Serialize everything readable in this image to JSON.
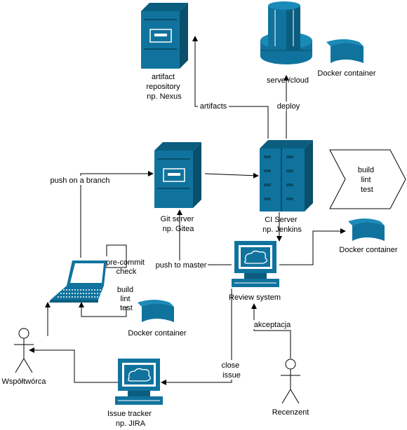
{
  "colors": {
    "primary": "#10739E",
    "line": "#000000",
    "background": "#ffffff"
  },
  "nodes": {
    "artifact_repo": {
      "icon": "server-tower-icon",
      "label": [
        "artifact",
        "repository",
        "np. Nexus"
      ]
    },
    "server_cloud": {
      "icon": "server-cylinder-icon",
      "label": [
        "server/cloud"
      ]
    },
    "docker_top": {
      "icon": "docker-container-icon",
      "label": [
        "Docker container"
      ]
    },
    "git_server": {
      "icon": "server-tower-icon",
      "label": [
        "Git server",
        "np. Gitea"
      ]
    },
    "ci_server": {
      "icon": "server-rack-icon",
      "label": [
        "CI Server",
        "np. Jenkins"
      ]
    },
    "ci_stages": {
      "label": [
        "build",
        "lint",
        "test"
      ]
    },
    "docker_mid": {
      "icon": "docker-container-icon",
      "label": [
        "Docker container"
      ]
    },
    "review_system": {
      "icon": "workstation-icon",
      "label": [
        "Review system"
      ]
    },
    "laptop": {
      "icon": "laptop-icon",
      "label": []
    },
    "docker_bottom": {
      "icon": "docker-container-icon",
      "label": [
        "Docker container"
      ]
    },
    "issue_tracker": {
      "icon": "workstation-icon",
      "label": [
        "Issue tracker",
        "np. JIRA"
      ]
    },
    "contributor": {
      "icon": "actor-icon",
      "label": [
        "Współtwórca"
      ]
    },
    "reviewer": {
      "icon": "actor-icon",
      "label": [
        "Recenzent"
      ]
    }
  },
  "edges": {
    "artifacts": "artifacts",
    "deploy": "deploy",
    "push_branch": "push on a branch",
    "push_master": "push to master",
    "precommit": [
      "pre-commit",
      "check"
    ],
    "local_build": [
      "build",
      "lint",
      "test"
    ],
    "close_issue": [
      "close",
      "issue"
    ],
    "akceptacja": "akceptacja"
  }
}
